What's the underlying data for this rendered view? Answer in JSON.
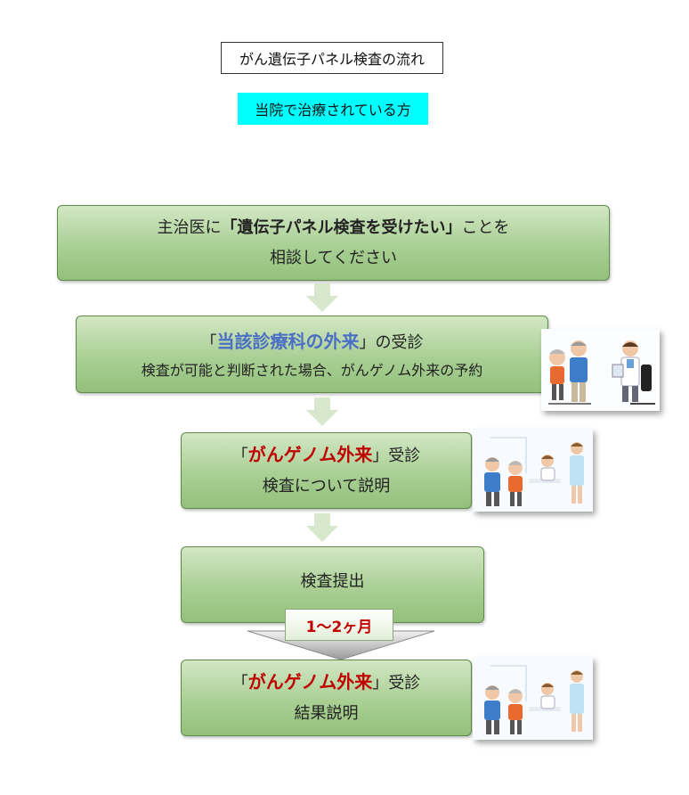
{
  "title": "がん遺伝子パネル検査の流れ",
  "subtitle": "当院で治療されている方",
  "steps": [
    {
      "line1_pre": "主治医に",
      "line1_em": "「遺伝子パネル検査を受けたい」",
      "line1_post": "ことを",
      "line2": "相談してください"
    },
    {
      "line1_open": "「",
      "line1_em": "当該診療科の外来",
      "line1_close": "」の受診",
      "line2": "検査が可能と判断された場合、がんゲノム外来の予約"
    },
    {
      "line1_open": "「",
      "line1_em": "がんゲノム外来",
      "line1_close": "」受診",
      "line2": "検査について説明"
    },
    {
      "line1": "検査提出"
    },
    {
      "line1_open": "「",
      "line1_em": "がんゲノム外来",
      "line1_close": "」受診",
      "line2": "結果説明"
    }
  ],
  "duration_label": "1～2ヶ月",
  "colors": {
    "box_fill": "#a9cf94",
    "box_border": "#5f8a4a",
    "arrow": "#d7e8cc",
    "emphasis_blue": "#4a6fc4",
    "emphasis_red": "#c00000",
    "subtitle_bg": "#00ffff"
  }
}
